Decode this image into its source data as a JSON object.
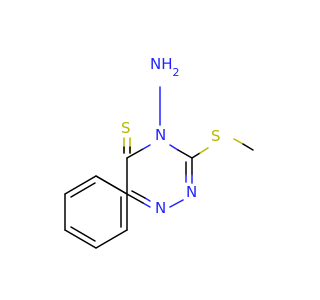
{
  "molecule": {
    "atoms": {
      "nh2": {
        "text": "NH",
        "subscript": "2",
        "color": "#2222ff"
      },
      "n4": {
        "text": "N",
        "color": "#2222ff"
      },
      "n2": {
        "text": "N",
        "color": "#2222ff"
      },
      "n1": {
        "text": "N",
        "color": "#2222ff"
      },
      "s_thione": {
        "text": "S",
        "color": "#b8b800"
      },
      "s_methyl": {
        "text": "S",
        "color": "#b8b800"
      }
    },
    "colors": {
      "carbon_bond": "#000000",
      "nitrogen": "#2222ff",
      "sulfur": "#b8b800"
    }
  }
}
